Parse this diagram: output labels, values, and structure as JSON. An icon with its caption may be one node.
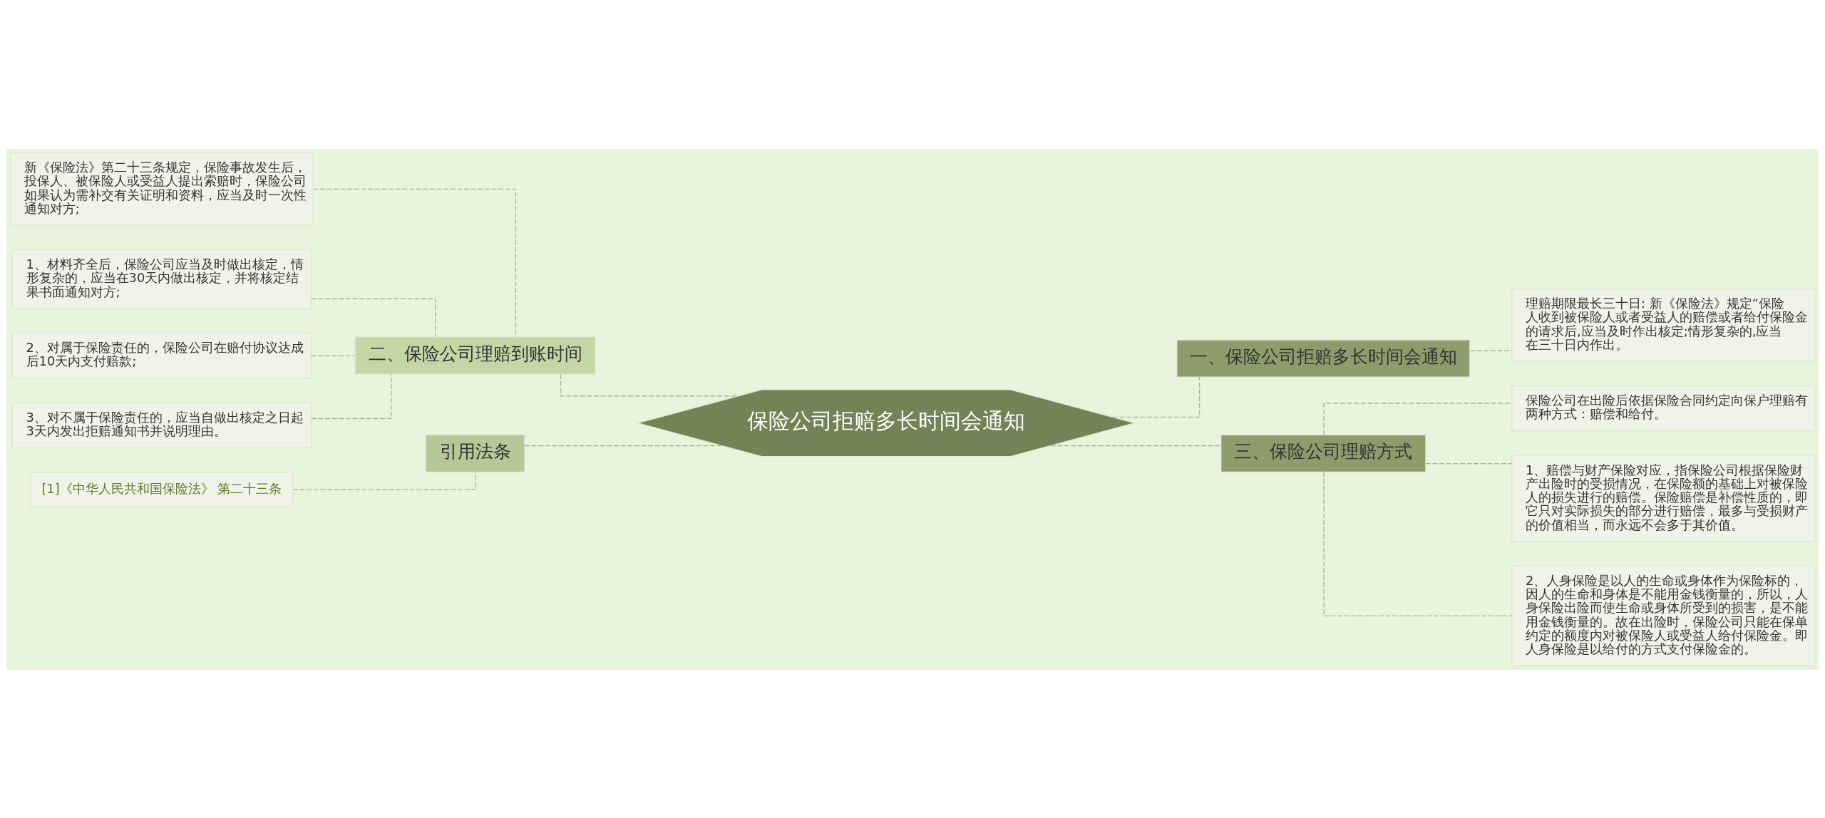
{
  "diagram": {
    "nodes": [
      {
        "text": [
          "保险公司拒赔多长时间会通知"
        ]
      },
      {
        "text": [
          "二、保险公司理赔到账时间"
        ]
      },
      {
        "text": [
          "新《保险法》第二十三条规定，保险事故发生后，投保人、被保险人或受益人提出索赔时，保险公司如果认为需补交有关证明和资料，应当及时一次性通知对方;"
        ]
      },
      {
        "text": [
          "1、材料齐全后，保险公司应当及时做出核定，情形复杂的，应当在30天内做出核定，并将核定结果书面通知对方;"
        ]
      },
      {
        "text": [
          "2、对属于保险责任的，保险公司在赔付协议达成后10天内支付赔款;"
        ]
      },
      {
        "text": [
          "3、对不属于保险责任的，应当自做出核定之日起3天内发出拒赔通知书并说明理由。"
        ]
      },
      {
        "text": [
          "引用法条"
        ]
      },
      {
        "text": [
          "[1]《中华人民共和国保险法》 第二十三条"
        ]
      },
      {
        "text": [
          "一、保险公司拒赔多长时间会通知"
        ]
      },
      {
        "text": [
          "理赔期限最长三十日: 新《保险法》规定“保险人收到被保险人或者受益人的赔偿或者给付保险金的请求后,应当及时作出核定;情形复杂的,应当在三十日内作出。"
        ]
      },
      {
        "text": [
          "三、保险公司理赔方式"
        ]
      },
      {
        "text": [
          "保险公司在出险后依据保险合同约定向保户理赔有两种方式：赔偿和给付。"
        ]
      },
      {
        "text": [
          "1、赔偿与财产保险对应，指保险公司根据保险财产出险时的受损情况，在保险额的基础上对被保险人的损失进行的赔偿。保险赔偿是补偿性质的，即它只对实际损失的部分进行赔偿，最多与受损财产的价值相当，而永远不会多于其价值。"
        ]
      },
      {
        "text": [
          "2、人身保险是以人的生命或身体作为保险标的，因人的生命和身体是不能用金钱衡量的，所以，人身保险出险而使生命或身体所受到的损害，是不能用金钱衡量的。故在出险时，保险公司只能在保单约定的额度内对被保险人或受益人给付保险金。即人身保险是以给付的方式支付保险金的。"
        ]
      }
    ],
    "edges": [
      {
        "from": 0,
        "to": 1,
        "arrow": "none",
        "style": "dashed"
      },
      {
        "from": 1,
        "to": 2,
        "arrow": "none",
        "style": "dashed"
      },
      {
        "from": 1,
        "to": 3,
        "arrow": "none",
        "style": "dashed"
      },
      {
        "from": 1,
        "to": 4,
        "arrow": "none",
        "style": "dashed"
      },
      {
        "from": 1,
        "to": 5,
        "arrow": "none",
        "style": "dashed"
      },
      {
        "from": 0,
        "to": 6,
        "arrow": "none",
        "style": "dashed"
      },
      {
        "from": 6,
        "to": 7,
        "arrow": "none",
        "style": "dashed"
      },
      {
        "from": 0,
        "to": 8,
        "arrow": "none",
        "style": "dashed"
      },
      {
        "from": 8,
        "to": 9,
        "arrow": "none",
        "style": "dashed"
      },
      {
        "from": 0,
        "to": 10,
        "arrow": "none",
        "style": "dashed"
      },
      {
        "from": 10,
        "to": 11,
        "arrow": "none",
        "style": "dashed"
      },
      {
        "from": 10,
        "to": 12,
        "arrow": "none",
        "style": "dashed"
      },
      {
        "from": 10,
        "to": 13,
        "arrow": "none",
        "style": "dashed"
      }
    ]
  }
}
